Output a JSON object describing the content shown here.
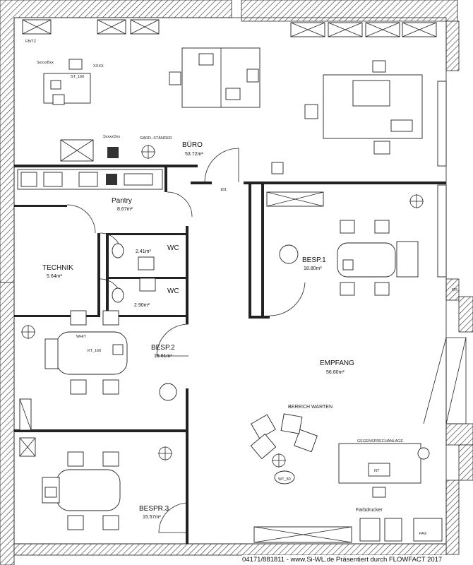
{
  "rooms": {
    "buero": {
      "name": "BÜRO",
      "area": "53.72m²"
    },
    "pantry": {
      "name": "Pantry",
      "area": "8.67m²"
    },
    "technik": {
      "name": "TECHNIK",
      "area": "5.64m²"
    },
    "wc1": {
      "name": "WC",
      "area": "2.41m²"
    },
    "wc2": {
      "name": "WC",
      "area": "2.90m²"
    },
    "besp1": {
      "name": "BESP.1",
      "area": "18.80m²"
    },
    "besp2": {
      "name": "BESP.2",
      "area": "15.61m²"
    },
    "besp3": {
      "name": "BESPR.3",
      "area": "15.57m²"
    },
    "empfang": {
      "name": "EMPFANG",
      "area": "56.60m²"
    }
  },
  "labels": {
    "bereich_warten": "BEREICH WARTEN",
    "farbdrucker": "Farbdrucker",
    "gegensprechanlage": "GEGENSPRECHANLAGE",
    "garderobe": "GARD.-STÄNDER",
    "sxxxx_bxx": "SxxxxBxx",
    "sxxxx_dxx": "SxxxxDxx",
    "xxxx": "XXXX",
    "st_160": "ST_160",
    "kt_160": "KT_160",
    "rr": "RR",
    "fb_tz": "FB/TZ",
    "wt_80": "WT_80",
    "fax": "FAX",
    "nt": "NT",
    "whit": "WHIT",
    "wt_size": "181"
  },
  "footer": "04171/881811 - www.Si-WL.de Präsentiert durch FLOWFACT 2017"
}
